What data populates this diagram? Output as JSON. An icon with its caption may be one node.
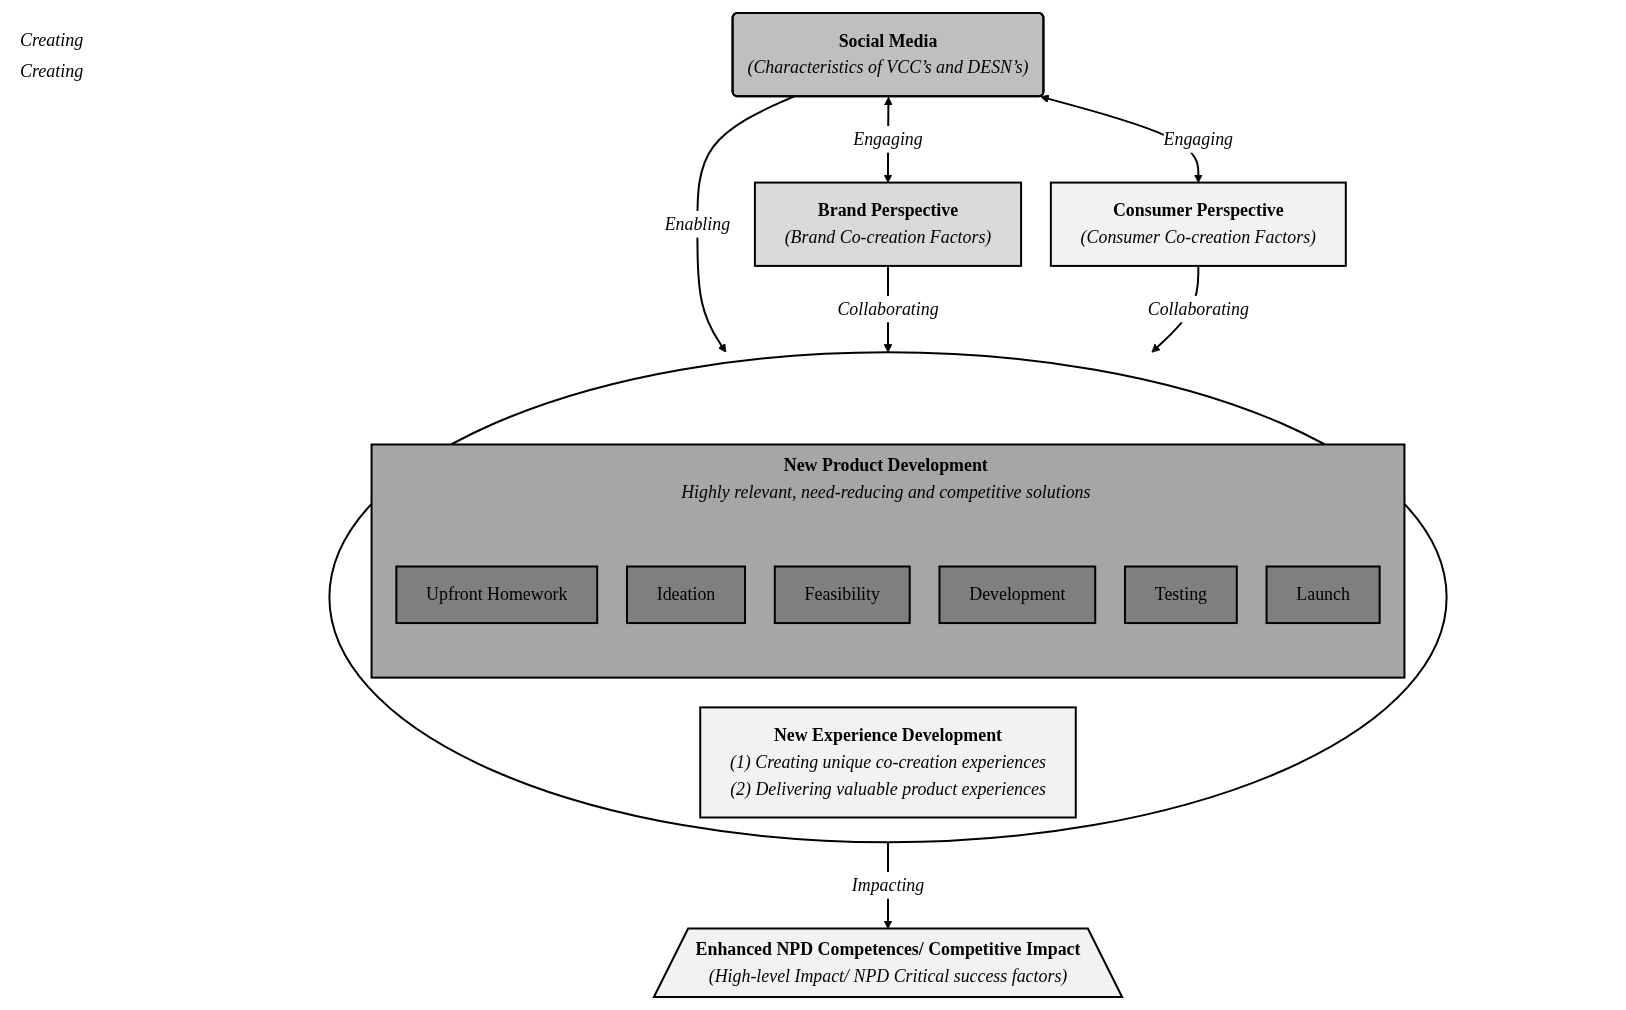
{
  "diagram": {
    "nodes": [
      {
        "text": [
          "Social Media",
          "(Characteristics of VCC’s and DESN’s)"
        ]
      },
      {
        "text": [
          "Brand Perspective",
          "(Brand Co-creation Factors)"
        ]
      },
      {
        "text": [
          "Consumer Perspective",
          "(Consumer Co-creation Factors)"
        ]
      },
      {
        "text": [],
        "shape": "ellipse"
      },
      {
        "text": [
          "New Product Development",
          "Highly relevant, need-reducing and competitive solutions"
        ],
        "in": 3
      },
      {
        "text": [
          "Upfront Homework"
        ],
        "in": 4
      },
      {
        "text": [
          "Ideation"
        ],
        "in": 4
      },
      {
        "text": [
          "Feasibility"
        ],
        "in": 4
      },
      {
        "text": [
          "Development"
        ],
        "in": 4
      },
      {
        "text": [
          "Testing"
        ],
        "in": 4
      },
      {
        "text": [
          "Launch"
        ],
        "in": 4
      },
      {
        "text": [
          "New Experience Development",
          "(1) Creating unique co-creation experiences",
          "(2) Delivering valuable product experiences"
        ],
        "in": 3
      },
      {
        "text": [
          "Enhanced NPD Competences/ Competitive Impact",
          "(High-level Impact/ NPD Critical success factors)"
        ]
      }
    ],
    "edges": [
      {
        "from": 0,
        "to": 1,
        "arrow": "both",
        "label": "Engaging"
      },
      {
        "from": 0,
        "to": 2,
        "arrow": "both",
        "label": "Engaging"
      },
      {
        "from": 0,
        "to": 3,
        "arrow": "to",
        "label": "Enabling"
      },
      {
        "from": 1,
        "to": 3,
        "arrow": "to",
        "label": "Collaborating"
      },
      {
        "from": 2,
        "to": 3,
        "arrow": "to",
        "label": "Collaborating"
      },
      {
        "from": 3,
        "to": 12,
        "arrow": "to",
        "label": "Impacting"
      }
    ],
    "labels": [
      "Creating",
      "Creating"
    ]
  }
}
